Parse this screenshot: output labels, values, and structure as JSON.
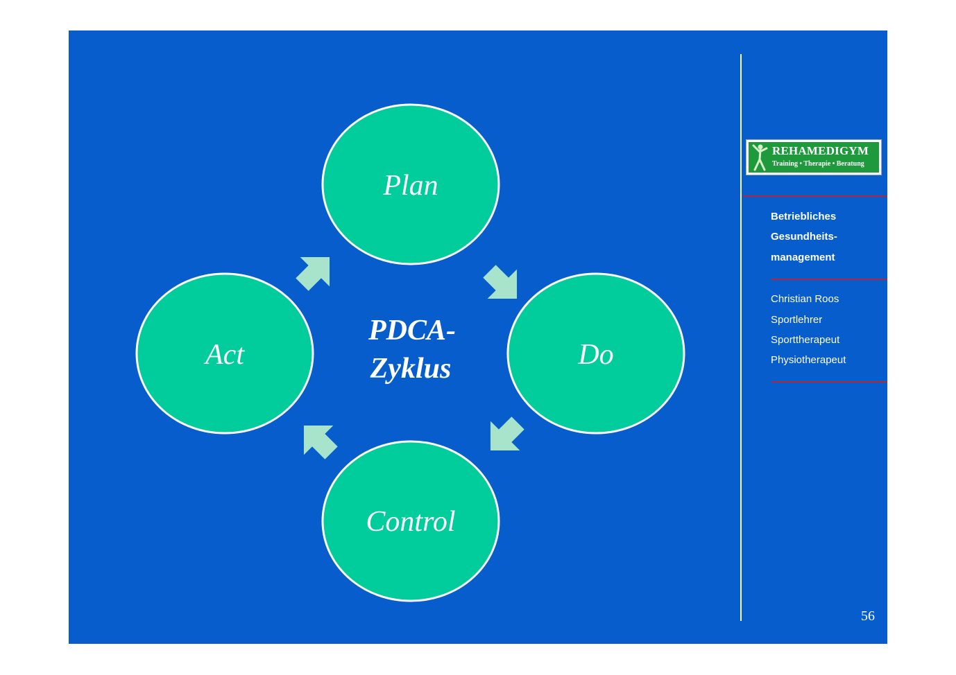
{
  "cycle": {
    "nodes": [
      "Plan",
      "Do",
      "Control",
      "Act"
    ],
    "center_title_line1": "PDCA-",
    "center_title_line2": "Zyklus"
  },
  "sidebar": {
    "logo_name": "REHAMEDIGYM",
    "logo_tagline": "Training • Therapie • Beratung",
    "section_lines": [
      "Betriebliches",
      "Gesundheits-",
      "management"
    ],
    "author_lines": [
      "Christian Roos",
      "Sportlehrer",
      "Sporttherapeut",
      "Physiotherapeut"
    ]
  },
  "page_number": "56",
  "colors": {
    "background": "#065dcb",
    "node_fill": "#00cc9c",
    "arrow_fill": "#a8e3cb",
    "divider_red": "#b3263a",
    "logo_green": "#1e9a3c"
  }
}
